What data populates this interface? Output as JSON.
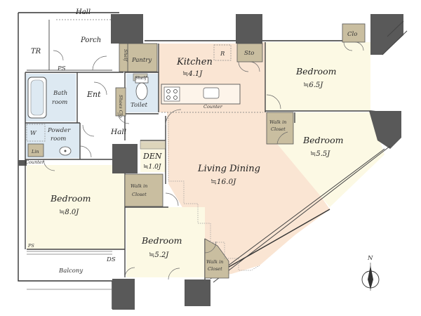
{
  "labels": {
    "hall_top": "Hall",
    "porch": "Porch",
    "tr": "TR",
    "ps_top": "PS",
    "pantry": "Pantry",
    "shelf_left": "Shelf",
    "shelf_mid": "Shelf",
    "kitchen": "Kitchen",
    "kitchen_area": "≒4.1J",
    "r": "R",
    "sto": "Sto",
    "clo": "Clo",
    "bedroom_ne": "Bedroom",
    "bedroom_ne_area": "≒6.5J",
    "bath_room_1": "Bath",
    "bath_room_2": "room",
    "ent": "Ent",
    "shoes_clo": "Shoes Clo",
    "toilet": "Toilet",
    "counter_kitchen": "Counter",
    "powder_room_1": "Powder",
    "powder_room_2": "room",
    "w": "W",
    "hall_mid": "Hall",
    "lin": "Lin",
    "counter_powder": "Counter",
    "walk_in_closet_ne_1": "Walk in",
    "walk_in_closet_ne_2": "Closet",
    "bedroom_e": "Bedroom",
    "bedroom_e_area": "≒5.5J",
    "den": "DEN",
    "den_area": "≒1.0J",
    "living_dining": "Living Dining",
    "living_dining_area": "≒16.0J",
    "walk_in_closet_w_1": "Walk in",
    "walk_in_closet_w_2": "Closet",
    "bedroom_w": "Bedroom",
    "bedroom_w_area": "≒8.0J",
    "ps_bottom": "PS",
    "bedroom_s": "Bedroom",
    "bedroom_s_area": "≒5.2J",
    "walk_in_closet_s_1": "Walk in",
    "walk_in_closet_s_2": "Closet",
    "ds": "DS",
    "balcony": "Balcony",
    "compass_n": "N"
  },
  "colors": {
    "living_floor": "#fae5d3",
    "bedroom_floor": "#fcf9e4",
    "wet_floor": "#dde9f2",
    "closet": "#c9bea0",
    "wall": "#595959"
  }
}
